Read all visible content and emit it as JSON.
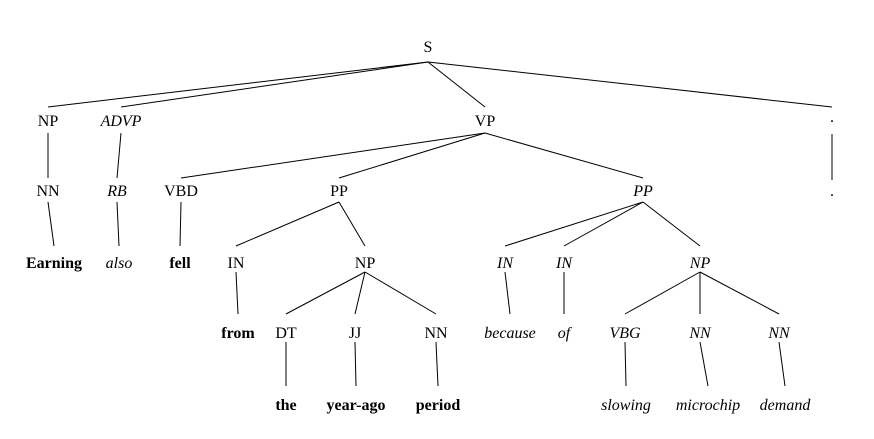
{
  "tree": {
    "nodes": [
      {
        "id": "S",
        "label": "S",
        "style": "normal"
      },
      {
        "id": "NP1",
        "label": "NP",
        "style": "normal"
      },
      {
        "id": "ADVP",
        "label": "ADVP",
        "style": "italic"
      },
      {
        "id": "VP",
        "label": "VP",
        "style": "normal"
      },
      {
        "id": "PUNCT",
        "label": ".",
        "style": "normal"
      },
      {
        "id": "NN1",
        "label": "NN",
        "style": "normal"
      },
      {
        "id": "RB",
        "label": "RB",
        "style": "italic"
      },
      {
        "id": "VBD",
        "label": "VBD",
        "style": "normal"
      },
      {
        "id": "PP1",
        "label": "PP",
        "style": "normal"
      },
      {
        "id": "PP2",
        "label": "PP",
        "style": "italic"
      },
      {
        "id": "PUNCT2",
        "label": ".",
        "style": "normal"
      },
      {
        "id": "w_earning",
        "label": "Earning",
        "style": "bold"
      },
      {
        "id": "w_also",
        "label": "also",
        "style": "italic"
      },
      {
        "id": "w_fell",
        "label": "fell",
        "style": "bold"
      },
      {
        "id": "IN1",
        "label": "IN",
        "style": "normal"
      },
      {
        "id": "NP2",
        "label": "NP",
        "style": "normal"
      },
      {
        "id": "IN2",
        "label": "IN",
        "style": "italic"
      },
      {
        "id": "IN3",
        "label": "IN",
        "style": "italic"
      },
      {
        "id": "NP3",
        "label": "NP",
        "style": "italic"
      },
      {
        "id": "w_from",
        "label": "from",
        "style": "bold"
      },
      {
        "id": "DT",
        "label": "DT",
        "style": "normal"
      },
      {
        "id": "JJ",
        "label": "JJ",
        "style": "normal"
      },
      {
        "id": "NN2",
        "label": "NN",
        "style": "normal"
      },
      {
        "id": "w_because",
        "label": "because",
        "style": "italic"
      },
      {
        "id": "w_of",
        "label": "of",
        "style": "italic"
      },
      {
        "id": "VBG",
        "label": "VBG",
        "style": "italic"
      },
      {
        "id": "NN3",
        "label": "NN",
        "style": "italic"
      },
      {
        "id": "NN4",
        "label": "NN",
        "style": "italic"
      },
      {
        "id": "w_the",
        "label": "the",
        "style": "bold"
      },
      {
        "id": "w_yearago",
        "label": "year-ago",
        "style": "bold"
      },
      {
        "id": "w_period",
        "label": "period",
        "style": "bold"
      },
      {
        "id": "w_slowing",
        "label": "slowing",
        "style": "italic"
      },
      {
        "id": "w_microchip",
        "label": "microchip",
        "style": "italic"
      },
      {
        "id": "w_demand",
        "label": "demand",
        "style": "italic"
      }
    ],
    "edges": [
      [
        "S",
        "NP1"
      ],
      [
        "S",
        "ADVP"
      ],
      [
        "S",
        "VP"
      ],
      [
        "S",
        "PUNCT"
      ],
      [
        "NP1",
        "NN1"
      ],
      [
        "ADVP",
        "RB"
      ],
      [
        "PUNCT",
        "PUNCT2"
      ],
      [
        "VP",
        "VBD"
      ],
      [
        "VP",
        "PP1"
      ],
      [
        "VP",
        "PP2"
      ],
      [
        "NN1",
        "w_earning"
      ],
      [
        "RB",
        "w_also"
      ],
      [
        "VBD",
        "w_fell"
      ],
      [
        "PP1",
        "IN1"
      ],
      [
        "PP1",
        "NP2"
      ],
      [
        "PP2",
        "IN2"
      ],
      [
        "PP2",
        "IN3"
      ],
      [
        "PP2",
        "NP3"
      ],
      [
        "IN1",
        "w_from"
      ],
      [
        "NP2",
        "DT"
      ],
      [
        "NP2",
        "JJ"
      ],
      [
        "NP2",
        "NN2"
      ],
      [
        "IN2",
        "w_because"
      ],
      [
        "IN3",
        "w_of"
      ],
      [
        "NP3",
        "VBG"
      ],
      [
        "NP3",
        "NN3"
      ],
      [
        "NP3",
        "NN4"
      ],
      [
        "DT",
        "w_the"
      ],
      [
        "JJ",
        "w_yearago"
      ],
      [
        "NN2",
        "w_period"
      ],
      [
        "VBG",
        "w_slowing"
      ],
      [
        "NN3",
        "w_microchip"
      ],
      [
        "NN4",
        "w_demand"
      ]
    ]
  }
}
